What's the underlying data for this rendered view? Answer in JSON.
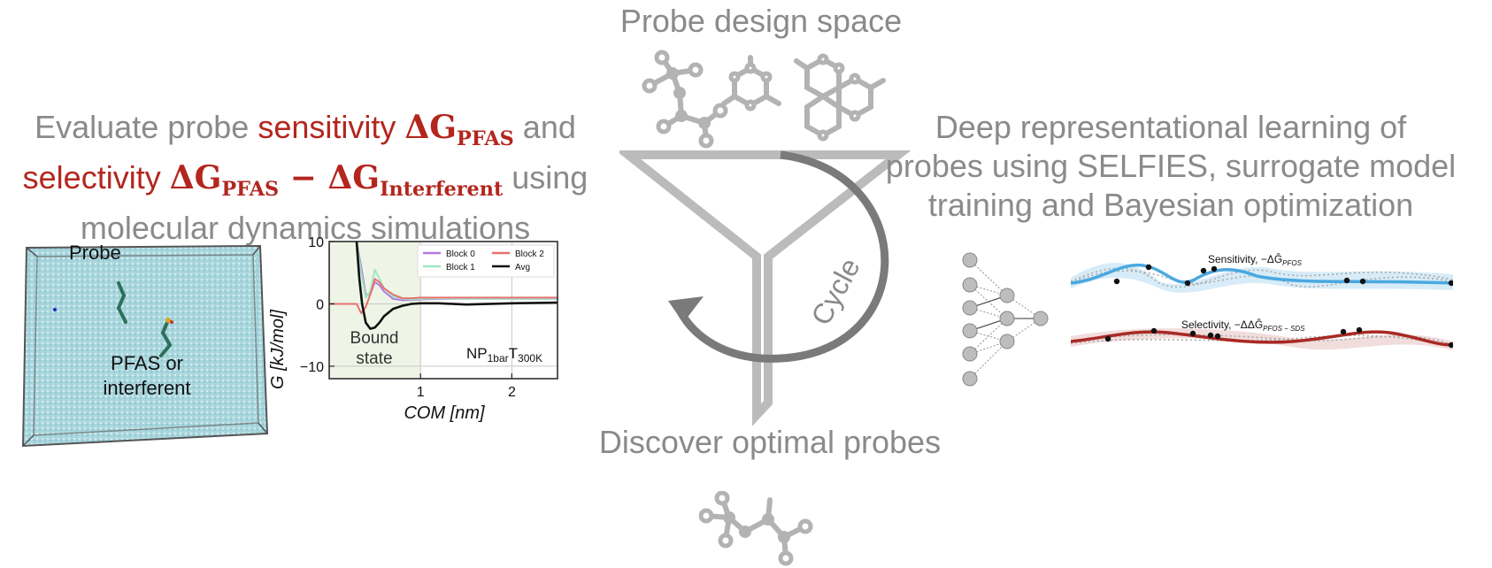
{
  "center": {
    "top_label": "Probe design space",
    "bottom_label": "Discover optimal probes",
    "cycle_label": "Cycle"
  },
  "left": {
    "line1_pre": "Evaluate probe ",
    "line1_red": "sensitivity ",
    "line1_math_main": "ΔG",
    "line1_math_sub": "PFAS",
    "line1_post": " and",
    "line2_red": "selectivity ",
    "line2_math_a": "ΔG",
    "line2_math_a_sub": "PFAS",
    "line2_minus": " − ",
    "line2_math_b": "ΔG",
    "line2_math_b_sub": "Interferent",
    "line2_post": " using",
    "line3": "molecular dynamics simulations",
    "box_probe_label": "Probe",
    "box_pfas_label_1": "PFAS or",
    "box_pfas_label_2": "interferent"
  },
  "right": {
    "line1": "Deep representational learning of",
    "line2": "probes using SELFIES, surrogate model",
    "line3": "training and Bayesian optimization",
    "sensitivity_label": "Sensitivity, −ΔĜ",
    "sensitivity_sub": "PFOS",
    "selectivity_label": "Selectivity, −ΔΔĜ",
    "selectivity_sub": "PFOS − SDS"
  },
  "colors": {
    "title_gray": "#8a8a8a",
    "accent_red": "#b3261e",
    "sensitivity_blue": "#4aa8e0",
    "selectivity_red": "#a82a25",
    "water_teal": "#9fd0d8"
  },
  "chart_data": {
    "type": "line",
    "ylabel": "G [kJ/mol]",
    "xlabel": "COM [nm]",
    "xticks": [
      "1",
      "2"
    ],
    "yticks": [
      "10",
      "0",
      "−10"
    ],
    "xlim": [
      0,
      2.5
    ],
    "ylim": [
      -12,
      10
    ],
    "grid": true,
    "legend_position": "top-right",
    "annotation_1": "Bound",
    "annotation_2": "state",
    "condition_main": "NP",
    "condition_sub1": "1bar",
    "condition_mid": "T",
    "condition_sub2": "300K",
    "series": [
      {
        "name": "Block 0",
        "color": "#b07be0",
        "x": [
          0.3,
          0.35,
          0.4,
          0.45,
          0.5,
          0.55,
          0.6,
          0.7,
          0.8,
          0.9,
          1.0,
          1.2,
          1.5,
          2.0,
          2.5
        ],
        "y": [
          10,
          6,
          1.5,
          1.5,
          3.5,
          3.0,
          2.0,
          0.8,
          0.6,
          0.6,
          0.7,
          0.8,
          0.8,
          0.8,
          0.8
        ]
      },
      {
        "name": "Block 1",
        "color": "#9ee8c4",
        "x": [
          0.3,
          0.35,
          0.4,
          0.45,
          0.5,
          0.55,
          0.6,
          0.7,
          0.8,
          0.9,
          1.0,
          1.2,
          1.5,
          2.0,
          2.5
        ],
        "y": [
          10,
          5,
          1.0,
          2.0,
          5.5,
          4.0,
          2.5,
          1.2,
          0.8,
          0.7,
          0.8,
          0.9,
          0.8,
          0.8,
          0.8
        ]
      },
      {
        "name": "Block 2",
        "color": "#e87070",
        "x": [
          0.0,
          0.3,
          0.35,
          0.4,
          0.45,
          0.5,
          0.55,
          0.6,
          0.7,
          0.8,
          0.9,
          1.0,
          1.2,
          1.5,
          2.0,
          2.5
        ],
        "y": [
          0.0,
          0.0,
          -1.5,
          -0.5,
          1.5,
          4.0,
          3.5,
          2.5,
          1.5,
          0.9,
          0.9,
          1.0,
          1.0,
          1.0,
          1.0,
          1.0
        ]
      },
      {
        "name": "Avg",
        "color": "#111111",
        "x": [
          0.3,
          0.33,
          0.36,
          0.4,
          0.45,
          0.5,
          0.55,
          0.6,
          0.7,
          0.8,
          0.9,
          1.0,
          1.2,
          1.5,
          2.0,
          2.5
        ],
        "y": [
          10,
          4.0,
          0.0,
          -3.0,
          -4.0,
          -3.8,
          -3.0,
          -2.0,
          -0.8,
          -0.3,
          0.0,
          0.1,
          0.1,
          -0.1,
          0.1,
          0.2
        ]
      }
    ]
  }
}
